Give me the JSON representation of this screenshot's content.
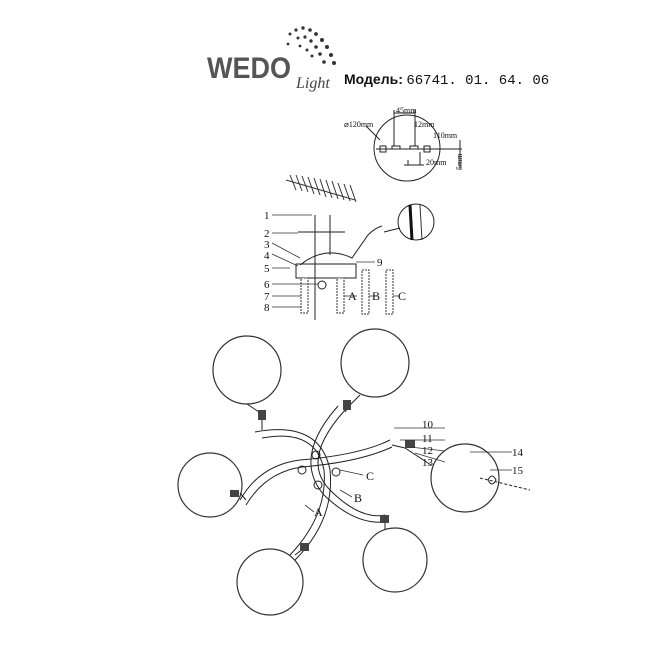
{
  "logo": {
    "brand": "WEDO",
    "sub": "Light"
  },
  "model": {
    "label": "Модель:",
    "value": "66741. 01. 64. 06"
  },
  "dimensions": {
    "diameter": "⌀120mm",
    "d45": "45mm",
    "d12": "12mm",
    "d110": "110mm",
    "d20": "20mm",
    "d5": "5mm"
  },
  "part_labels": [
    "1",
    "2",
    "3",
    "4",
    "5",
    "6",
    "7",
    "8",
    "9",
    "10",
    "11",
    "12",
    "13",
    "14",
    "15"
  ],
  "arm_labels": {
    "a": "A",
    "b": "B",
    "c": "C"
  }
}
